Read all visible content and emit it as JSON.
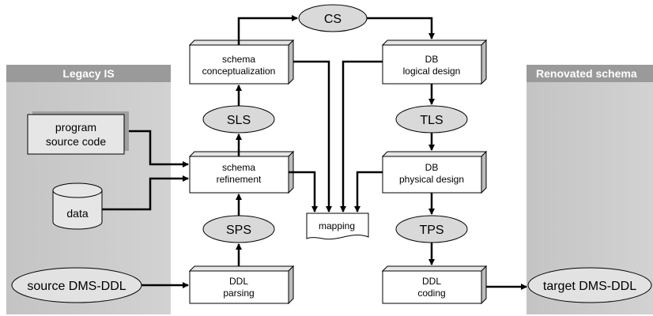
{
  "panels": {
    "legacy": {
      "title": "Legacy IS"
    },
    "renovated": {
      "title": "Renovated schema"
    }
  },
  "processes": {
    "conceptualization": {
      "line1": "schema",
      "line2": "conceptualization"
    },
    "refinement": {
      "line1": "schema",
      "line2": "refinement"
    },
    "parsing": {
      "line1": "DDL",
      "line2": "parsing"
    },
    "logical": {
      "line1": "DB",
      "line2": "logical design"
    },
    "physical": {
      "line1": "DB",
      "line2": "physical design"
    },
    "coding": {
      "line1": "DDL",
      "line2": "coding"
    }
  },
  "artifacts": {
    "cs": "CS",
    "sls": "SLS",
    "sps": "SPS",
    "tls": "TLS",
    "tps": "TPS",
    "source_ddl": "source DMS-DDL",
    "target_ddl": "target DMS-DDL"
  },
  "inputs": {
    "program": {
      "line1": "program",
      "line2": "source code"
    },
    "data": "data",
    "mapping": "mapping"
  },
  "colors": {
    "panel_fill": "#c9c9c9",
    "panel_header": "#999999",
    "ellipse_fill": "#d9d9d9",
    "box_side": "#bdbdbd",
    "line": "#000000"
  }
}
